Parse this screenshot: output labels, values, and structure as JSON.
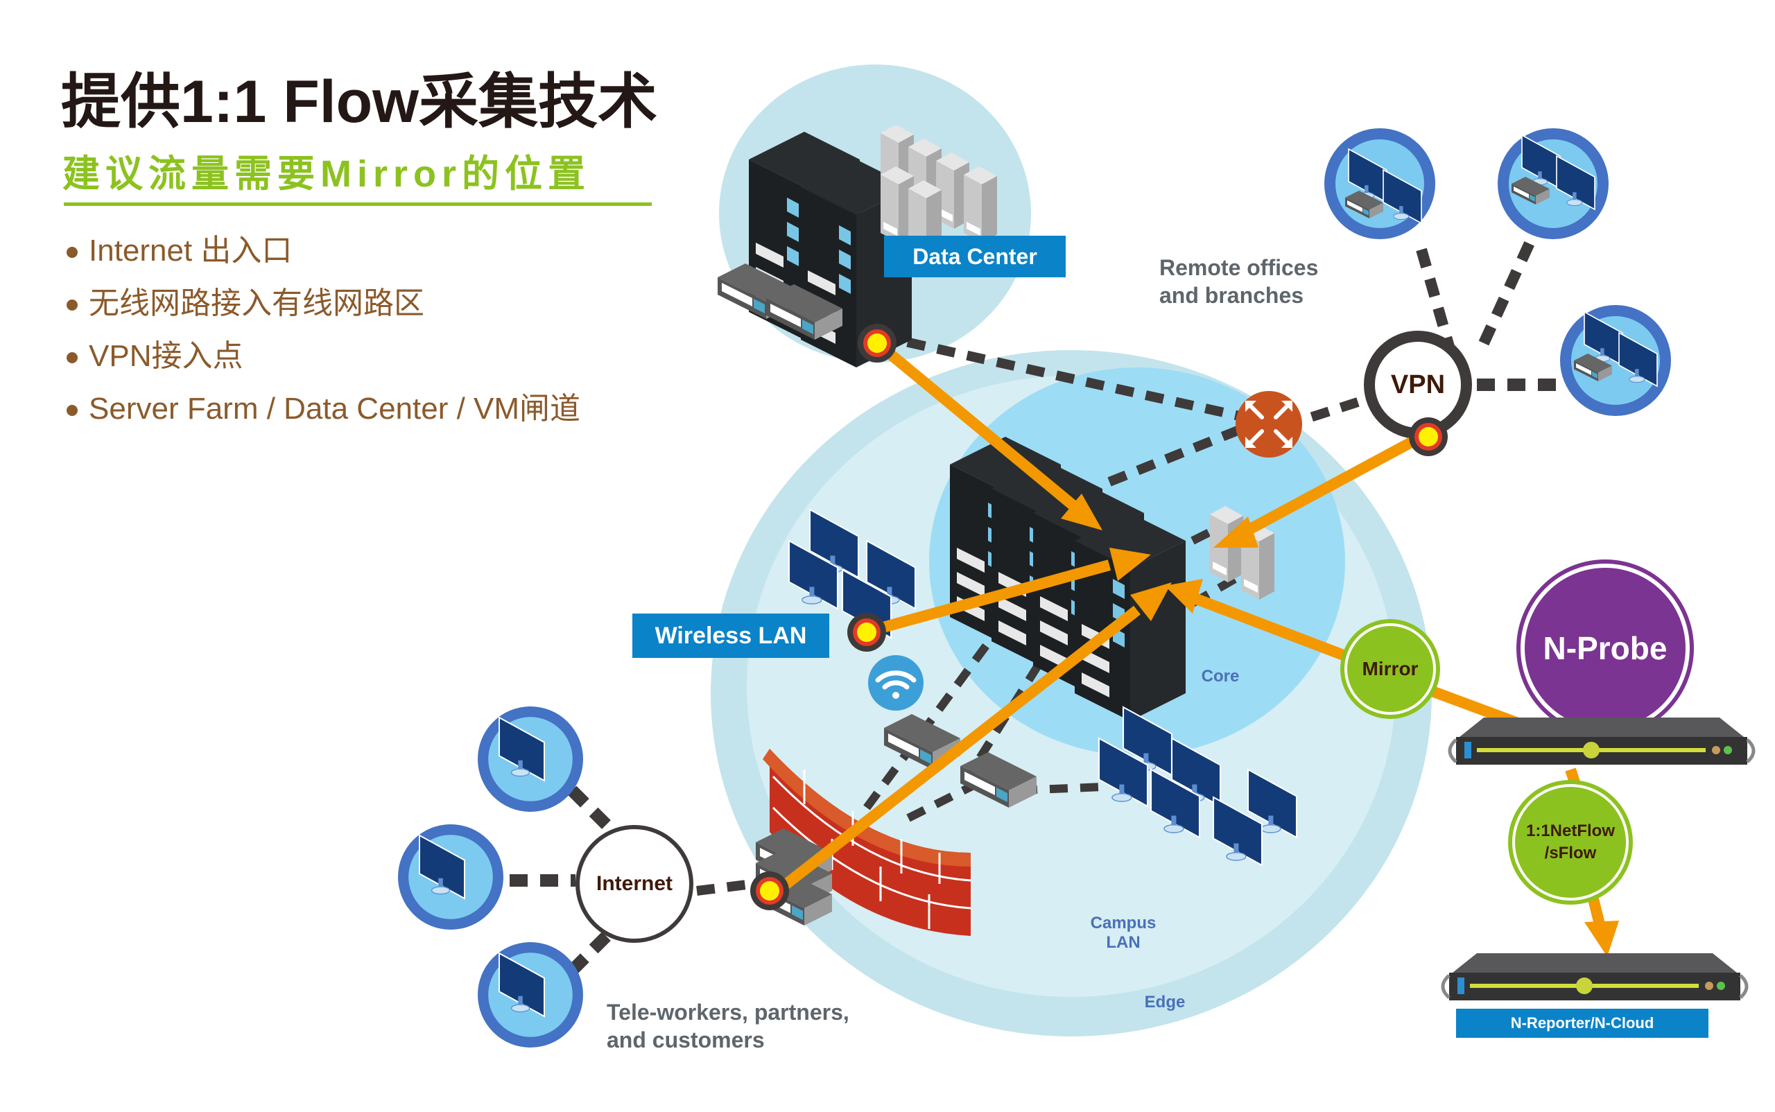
{
  "header": {
    "title": "提供1:1 Flow采集技术",
    "subtitle": "建议流量需要Mirror的位置"
  },
  "bullets": [
    "Internet 出入口",
    "无线网路接入有线网路区",
    "VPN接入点",
    "Server Farm / Data Center / VM闸道"
  ],
  "diagram": {
    "data_center_label": "Data Center",
    "remote_offices_label_line1": "Remote offices",
    "remote_offices_label_line2": "and branches",
    "vpn_label": "VPN",
    "wireless_lan_label": "Wireless LAN",
    "core_label": "Core",
    "campus_lan_line1": "Campus",
    "campus_lan_line2": "LAN",
    "edge_label": "Edge",
    "internet_label": "Internet",
    "teleworkers_line1": "Tele-workers, partners,",
    "teleworkers_line2": "and customers",
    "mirror_label": "Mirror",
    "nprobe_label": "N-Probe",
    "netflow_line1": "1:1NetFlow",
    "netflow_line2": "/sFlow",
    "reporter_label": "N-Reporter/N-Cloud"
  },
  "colors": {
    "title": "#231815",
    "subtitle_green": "#8cc21f",
    "bullet_brown": "#8b5a2b",
    "label_blue": "#0a83c9",
    "flow_orange": "#f39800",
    "mirror_green": "#8cc21f",
    "nprobe_purple": "#7b3491",
    "core_blue": "#9ddcf5",
    "campus_blue": "#d6eef4",
    "edge_blue": "#c3e4ec",
    "router_orange": "#c9531f",
    "firewall_red": "#c8301e",
    "office_ring": "#4472c4",
    "office_fill": "#7ccaf0",
    "monitor_navy": "#133b78"
  },
  "icons": {
    "router": "router-arrows-icon",
    "wifi": "wifi-icon",
    "firewall": "brick-firewall-icon",
    "tap_point": "mirror-tap-point-icon",
    "server_rack": "server-rack-icon",
    "monitor": "monitor-icon",
    "appliance": "rack-appliance-icon"
  }
}
